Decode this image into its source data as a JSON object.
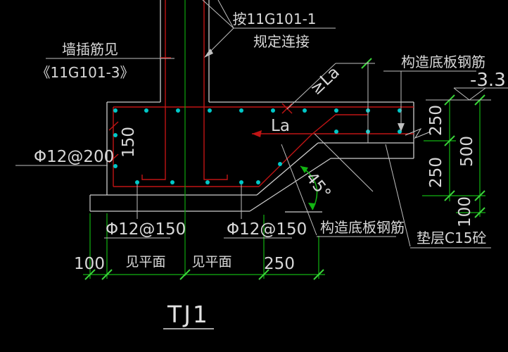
{
  "drawing": {
    "title": "TJ1",
    "notes": {
      "wall_dowel_line1": "墙插筋见",
      "wall_dowel_line2": "《11G101-3》",
      "splice_line1": "按11G101-1",
      "splice_line2": "规定连接",
      "top_slab_rebar_label": "构造底板钢筋",
      "bottom_slab_rebar_label": "构造底板钢筋",
      "cushion_label": "垫层C15砼"
    },
    "rebar_labels": {
      "left_side": "Φ12@200",
      "bottom_left": "Φ12@150",
      "bottom_mid": "Φ12@150"
    },
    "dims": {
      "depth_150": "150",
      "la": "La",
      "ge_la": "≥La",
      "angle": "45°",
      "elevation": "-3.3",
      "bottom": [
        "100",
        "见平面",
        "见平面",
        "250"
      ],
      "right_inner_top": "250",
      "right_inner_bottom": "250",
      "right_outer": "500",
      "right_cushion": "100"
    },
    "colors": {
      "background": "#000000",
      "concrete_line": "#cdcdcd",
      "rebar_red": "#c01414",
      "dimension_green": "#12b412",
      "tick_green": "#3ad43a",
      "transverse_bar_cyan": "#00c8c8",
      "text": "#d8d8d8"
    }
  }
}
